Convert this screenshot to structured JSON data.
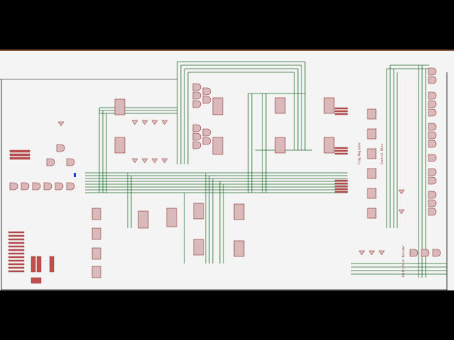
{
  "window": {
    "title": ""
  },
  "schematic": {
    "wire_color": "#1f6b2a",
    "part_fill": "#d9b9b9",
    "part_stroke": "#8a2a2a",
    "frame_color": "#8a5a3a",
    "labels": {
      "flag_register": "Flag Register",
      "control_bits": "Control Bits",
      "instruction_decoder": "Instruction Decoder"
    }
  }
}
